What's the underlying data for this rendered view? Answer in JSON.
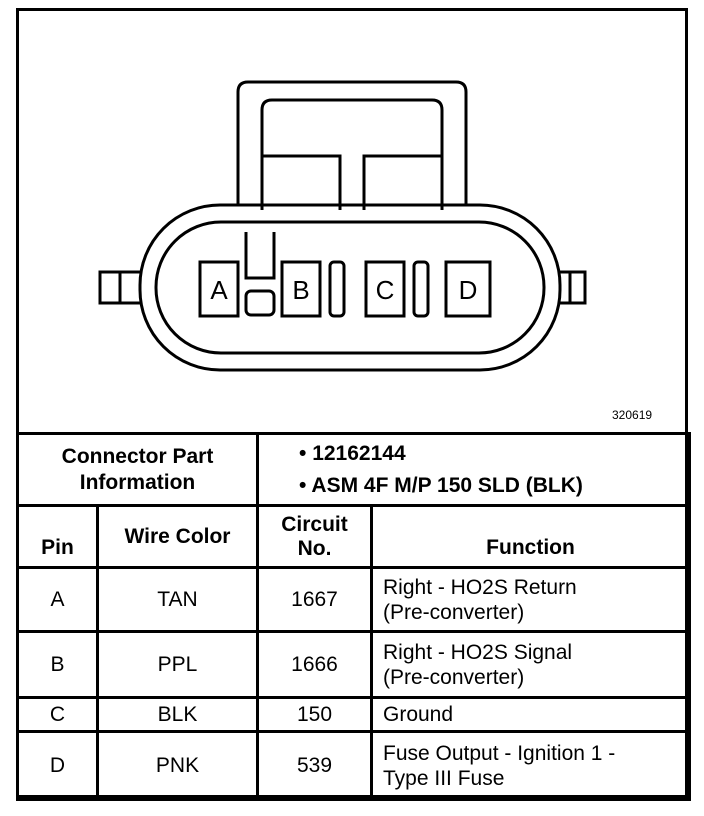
{
  "connector": {
    "pins": [
      "A",
      "B",
      "C",
      "D"
    ],
    "figure_id": "320619"
  },
  "part_info": {
    "label_line1": "Connector Part",
    "label_line2": "Information",
    "items": [
      "12162144",
      "ASM 4F M/P 150 SLD (BLK)"
    ]
  },
  "table": {
    "headers": {
      "pin": "Pin",
      "wire_color": "Wire Color",
      "circuit_line1": "Circuit",
      "circuit_line2": "No.",
      "function": "Function"
    },
    "rows": [
      {
        "pin": "A",
        "wire_color": "TAN",
        "circuit": "1667",
        "function_line1": "Right - HO2S Return",
        "function_line2": "(Pre-converter)"
      },
      {
        "pin": "B",
        "wire_color": "PPL",
        "circuit": "1666",
        "function_line1": "Right - HO2S Signal",
        "function_line2": "(Pre-converter)"
      },
      {
        "pin": "C",
        "wire_color": "BLK",
        "circuit": "150",
        "function_line1": "Ground",
        "function_line2": ""
      },
      {
        "pin": "D",
        "wire_color": "PNK",
        "circuit": "539",
        "function_line1": "Fuse Output - Ignition 1 -",
        "function_line2": "Type III Fuse"
      }
    ]
  }
}
